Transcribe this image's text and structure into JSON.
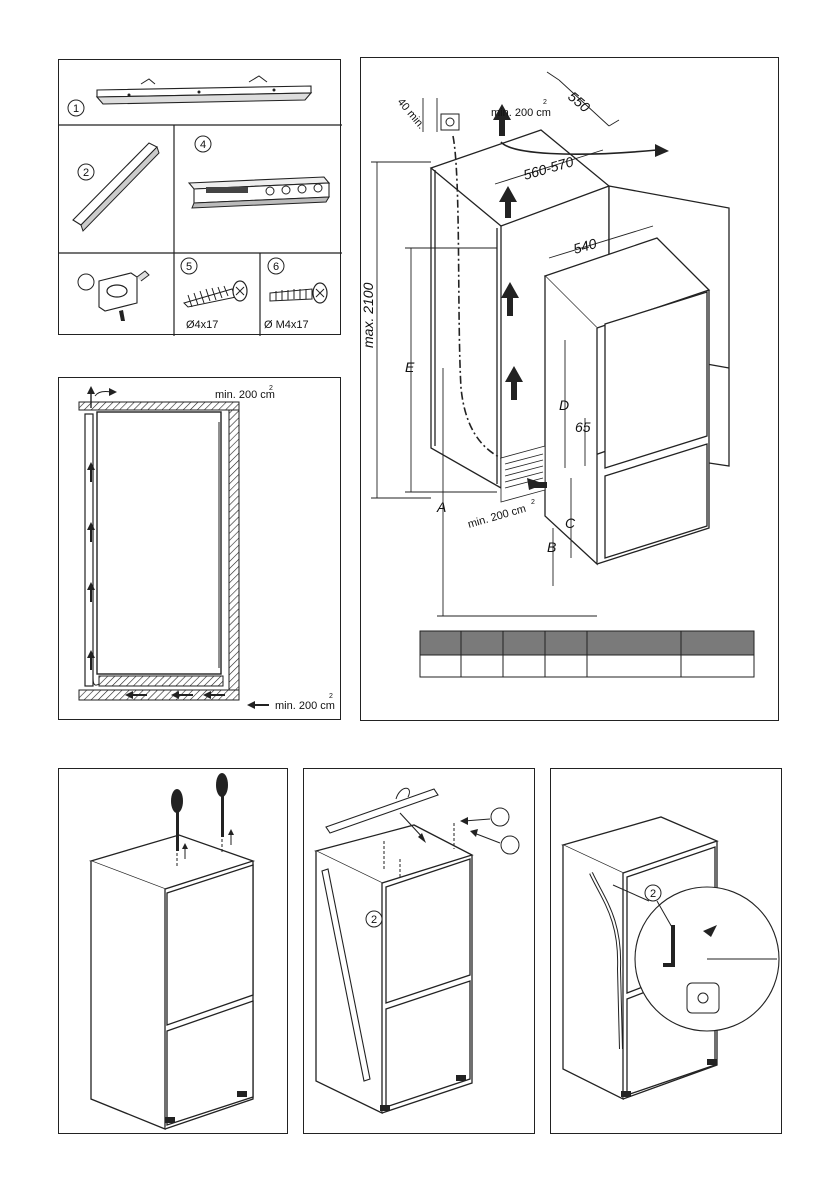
{
  "parts": {
    "items": [
      {
        "number": "1",
        "name": "top-bracket"
      },
      {
        "number": "2",
        "name": "cover-strip"
      },
      {
        "number": "4",
        "name": "door-bracket-set"
      },
      {
        "number": "",
        "name": "clip"
      },
      {
        "number": "5",
        "name": "wood-screw",
        "size": "Ø4x17"
      },
      {
        "number": "6",
        "name": "machine-screw",
        "size": "Ø M4x17"
      }
    ]
  },
  "ventilation": {
    "top_label": "min. 200 cm",
    "top_exp": "2",
    "bottom_label": "min. 200 cm",
    "bottom_exp": "2"
  },
  "dimensions": {
    "vent_top": "min. 200 cm",
    "vent_top_exp": "2",
    "gap_40": "40 min.",
    "depth_550": "550",
    "width_560": "560-570",
    "depth_540": "540",
    "height_max": "max. 2100",
    "E": "E",
    "D": "D",
    "gap_65": "65",
    "A": "A",
    "B": "B",
    "C": "C",
    "vent_bottom": "min. 200 cm",
    "vent_bottom_exp": "2"
  },
  "table": {
    "header": [
      "",
      "",
      "",
      "",
      "",
      ""
    ],
    "row": [
      "",
      "",
      "",
      "",
      "",
      ""
    ]
  },
  "steps": {
    "step2_part": "2",
    "step3_part": "2"
  }
}
